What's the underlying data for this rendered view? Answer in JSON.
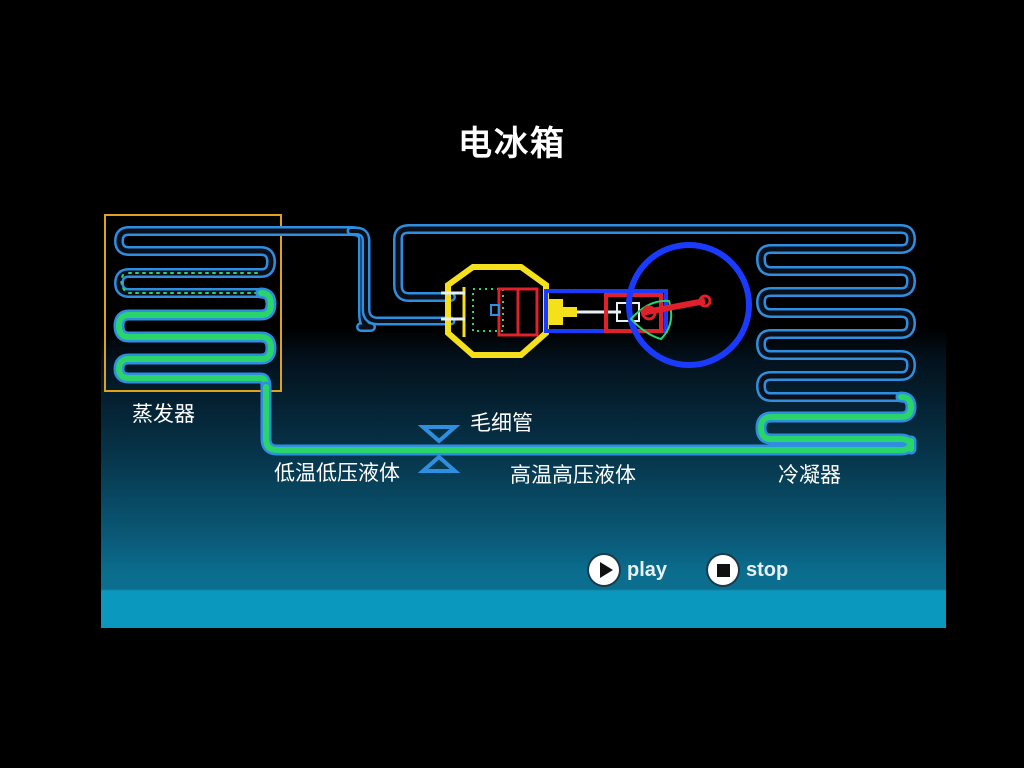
{
  "page": {
    "title": "电冰箱"
  },
  "diagram": {
    "labels": {
      "evaporator": "蒸发器",
      "capillary": "毛细管",
      "low_temp_low_pressure": "低温低压液体",
      "high_temp_high_pressure": "高温高压液体",
      "condenser": "冷凝器"
    },
    "colors": {
      "background": "#000000",
      "pipe_blue": "#2e8fe0",
      "pipe_green": "#2bd36b",
      "frame_orange": "#e0a21a",
      "compressor_yellow": "#f4e11b",
      "motor_blue": "#1a3bff",
      "piston_red": "#e0202a"
    }
  },
  "controls": {
    "play": {
      "label": "play",
      "icon": "play-icon"
    },
    "stop": {
      "label": "stop",
      "icon": "stop-icon"
    }
  }
}
